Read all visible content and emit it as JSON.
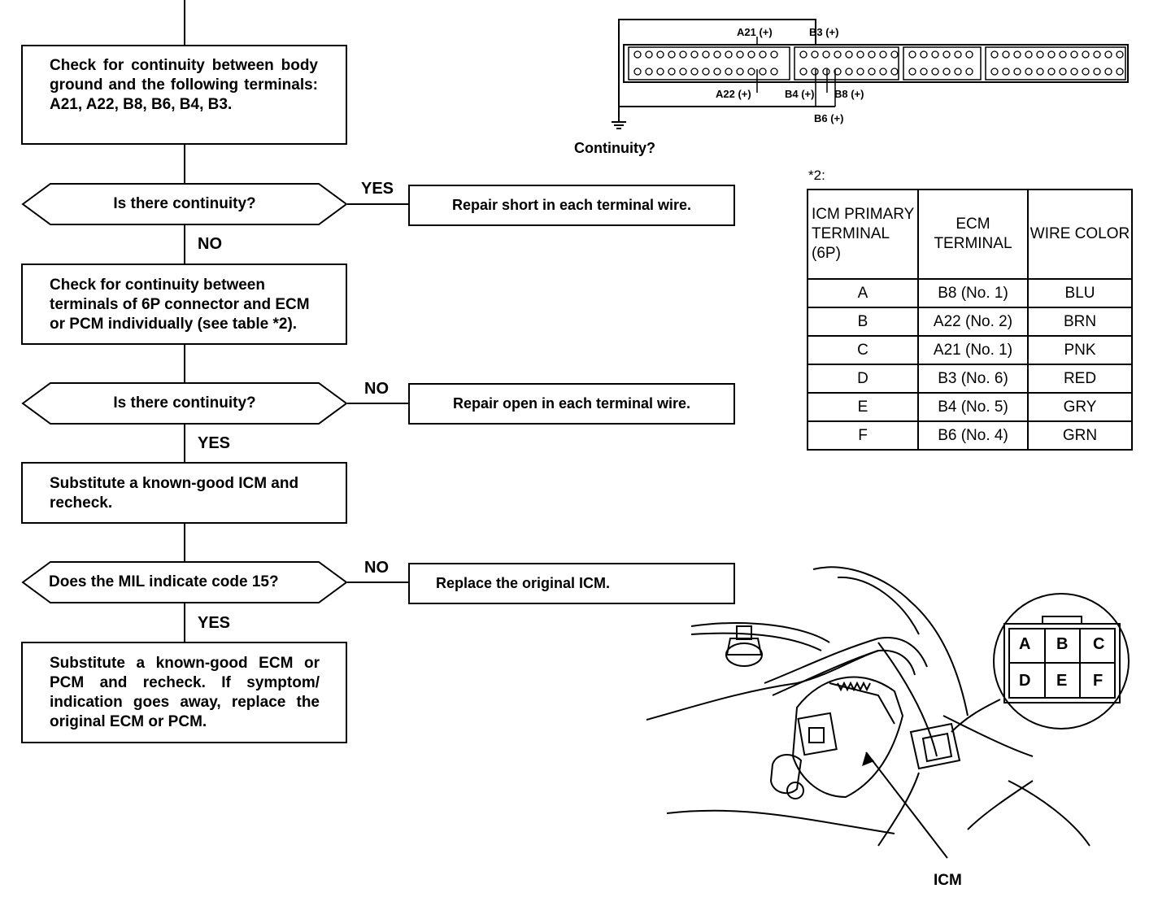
{
  "flow": {
    "step1": "Check for continuity between body ground and the following terminals: A21, A22, B8, B6, B4, B3.",
    "q1": "Is there continuity?",
    "q1_yes": "YES",
    "q1_no": "NO",
    "a1": "Repair short in each terminal wire.",
    "step2": "Check for continuity between terminals of 6P connector and ECM or PCM individually (see table *2).",
    "q2": "Is there continuity?",
    "q2_no": "NO",
    "q2_yes": "YES",
    "a2": "Repair open in each terminal wire.",
    "step3": "Substitute a known-good ICM and recheck.",
    "q3": "Does the MIL indicate code 15?",
    "q3_no": "NO",
    "q3_yes": "YES",
    "a3": "Replace the original ICM.",
    "step4": "Substitute a known-good ECM or PCM and recheck. If symptom/ indication goes away, replace the original ECM or PCM."
  },
  "connector_diagram": {
    "terminals": {
      "a21": "A21 (+)",
      "b3": "B3 (+)",
      "a22": "A22 (+)",
      "b4": "B4 (+)",
      "b8": "B8 (+)",
      "b6": "B6 (+)"
    },
    "caption": "Continuity?"
  },
  "table": {
    "note": "*2:",
    "headers": [
      "ICM PRIMARY TERMINAL (6P)",
      "ECM TERMINAL",
      "WIRE COLOR"
    ],
    "rows": [
      [
        "A",
        "B8 (No. 1)",
        "BLU"
      ],
      [
        "B",
        "A22 (No. 2)",
        "BRN"
      ],
      [
        "C",
        "A21 (No. 1)",
        "PNK"
      ],
      [
        "D",
        "B3 (No. 6)",
        "RED"
      ],
      [
        "E",
        "B4 (No. 5)",
        "GRY"
      ],
      [
        "F",
        "B6 (No. 4)",
        "GRN"
      ]
    ]
  },
  "icm_diagram": {
    "pins": [
      "A",
      "B",
      "C",
      "D",
      "E",
      "F"
    ],
    "label": "ICM"
  }
}
